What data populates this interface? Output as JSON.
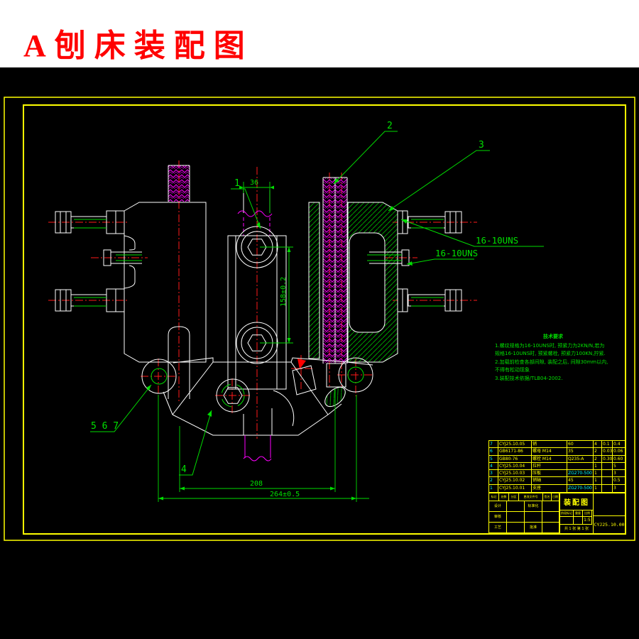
{
  "title": {
    "text": "A刨床装配图"
  },
  "drawing": {
    "balloons": {
      "b1": "1",
      "b2": "2",
      "b3": "3",
      "b4": "4",
      "b567": "5 6 7"
    },
    "thread_labels": {
      "upper": "16-10UNS",
      "lower": "16-10UNS"
    },
    "dims": {
      "rod_width": "36",
      "center_height": "158±0.2",
      "inner_span": "208",
      "overall_span": "264±0.5"
    }
  },
  "notes": {
    "heading": "技术要求",
    "lines": [
      "1.螺纹规格为16-10UNS时, 预紧力为2KN/N,若为",
      "规格16-10UNS时, 预紧螺栓, 预紧力100KN,拧紧.",
      "2.加载前检查各部间隙, 装配之后, 间隙30mm以内,",
      "不得有松动现象",
      "3.装配技术依据/TLB04-2002."
    ]
  },
  "parts_table": {
    "rows": [
      [
        "7",
        "CYJ25.10.05",
        "销",
        "60",
        "4",
        "0.1",
        "0.4"
      ],
      [
        "6",
        "GB6171-86",
        "螺母 M14",
        "35",
        "2",
        "0.03",
        "0.06"
      ],
      [
        "5",
        "GB80-76",
        "螺栓 M14",
        "Q235-A",
        "2",
        "0.30",
        "0.60"
      ],
      [
        "4",
        "CYJ25.10.04",
        "拉杆",
        "",
        "1",
        "",
        "5"
      ],
      [
        "3",
        "CYJ25.10.03",
        "压板",
        "ZG270-500",
        "1",
        "",
        "3"
      ],
      [
        "2",
        "CYJ25.10.02",
        "销轴",
        "45",
        "1",
        "",
        "0.5"
      ],
      [
        "1",
        "CYJ25.10.01",
        "支座",
        "ZG270-500",
        "1",
        "",
        "3"
      ]
    ]
  },
  "title_block": {
    "drawing_title": "装配图",
    "drawing_number": "CYJ25.10.00",
    "row1": [
      "标记",
      "处数",
      "分区",
      "更改文件号",
      "签名",
      "日期"
    ],
    "design_label": "设计",
    "standard_label": "标准化",
    "check_label": "审核",
    "process_label": "工艺",
    "approve_label": "批准",
    "stage_label": "阶段标记",
    "weight_label": "重量",
    "scale_label": "比例",
    "scale_value": "1:5",
    "sheet_info": "共 1 张 第 1 张"
  }
}
